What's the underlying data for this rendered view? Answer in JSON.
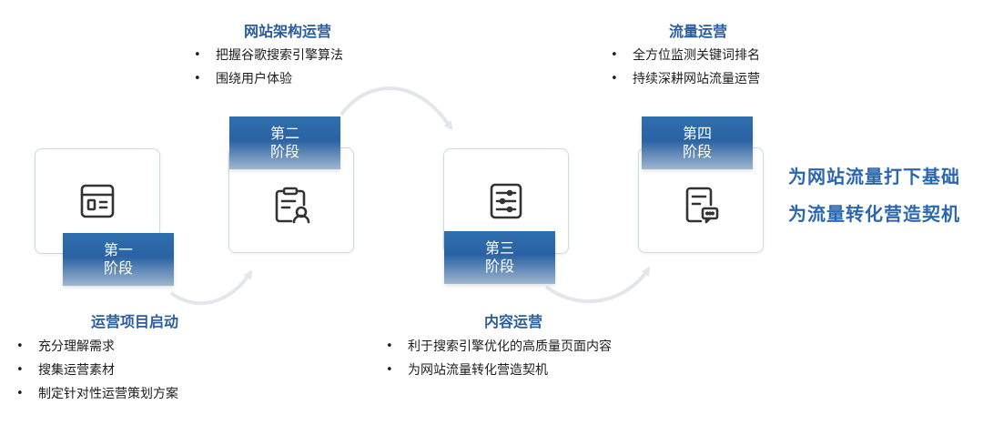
{
  "stages": [
    {
      "tag_line1": "第一",
      "tag_line2": "阶段",
      "title": "运营项目启动",
      "bullets": [
        "充分理解需求",
        "搜集运营素材",
        "制定针对性运营策划方案"
      ],
      "icon": "document-list-icon"
    },
    {
      "tag_line1": "第二",
      "tag_line2": "阶段",
      "title": "网站架构运营",
      "bullets": [
        "把握谷歌搜索引擎算法",
        "围绕用户体验"
      ],
      "icon": "clipboard-user-icon"
    },
    {
      "tag_line1": "第三",
      "tag_line2": "阶段",
      "title": "内容运营",
      "bullets": [
        "利于搜索引擎优化的高质量页面内容",
        "为网站流量转化营造契机"
      ],
      "icon": "checklist-icon"
    },
    {
      "tag_line1": "第四",
      "tag_line2": "阶段",
      "title": "流量运营",
      "bullets": [
        "全方位监测关键词排名",
        "持续深耕网站流量运营"
      ],
      "icon": "document-chat-icon"
    }
  ],
  "slogan": {
    "line1": "为网站流量打下基础",
    "line2": "为流量转化营造契机"
  },
  "colors": {
    "accent": "#2a5c9e",
    "tag_top": "#2f6fae",
    "tag_bottom": "#9fb6cf",
    "arrow": "#e3e6ea"
  }
}
